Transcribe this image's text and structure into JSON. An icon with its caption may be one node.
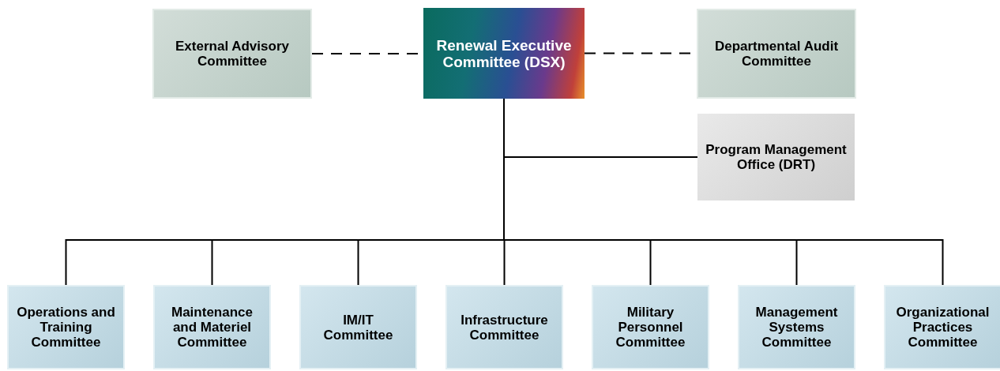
{
  "diagram": {
    "nodes": [
      {
        "text": [
          "External Advisory Committee"
        ]
      },
      {
        "text": [
          "Renewal Executive Committee (DSX)"
        ]
      },
      {
        "text": [
          "Departmental Audit Committee"
        ]
      },
      {
        "text": [
          "Program Management Office (DRT)"
        ]
      },
      {
        "text": [
          "Operations and Training Committee"
        ]
      },
      {
        "text": [
          "Maintenance and Materiel Committee"
        ]
      },
      {
        "text": [
          "IM/IT Committee"
        ]
      },
      {
        "text": [
          "Infrastructure Committee"
        ]
      },
      {
        "text": [
          "Military Personnel Committee"
        ]
      },
      {
        "text": [
          "Management Systems Committee"
        ]
      },
      {
        "text": [
          "Organizational Practices Committee"
        ]
      }
    ],
    "edges": [
      {
        "from": 0,
        "to": 1,
        "arrow": "none",
        "style": "dashed"
      },
      {
        "from": 1,
        "to": 2,
        "arrow": "none",
        "style": "dashed"
      },
      {
        "from": 1,
        "to": 3,
        "arrow": "none"
      },
      {
        "from": 1,
        "to": 4,
        "arrow": "none"
      },
      {
        "from": 1,
        "to": 5,
        "arrow": "none"
      },
      {
        "from": 1,
        "to": 6,
        "arrow": "none"
      },
      {
        "from": 1,
        "to": 7,
        "arrow": "none"
      },
      {
        "from": 1,
        "to": 8,
        "arrow": "none"
      },
      {
        "from": 1,
        "to": 9,
        "arrow": "none"
      },
      {
        "from": 1,
        "to": 10,
        "arrow": "none"
      }
    ]
  }
}
